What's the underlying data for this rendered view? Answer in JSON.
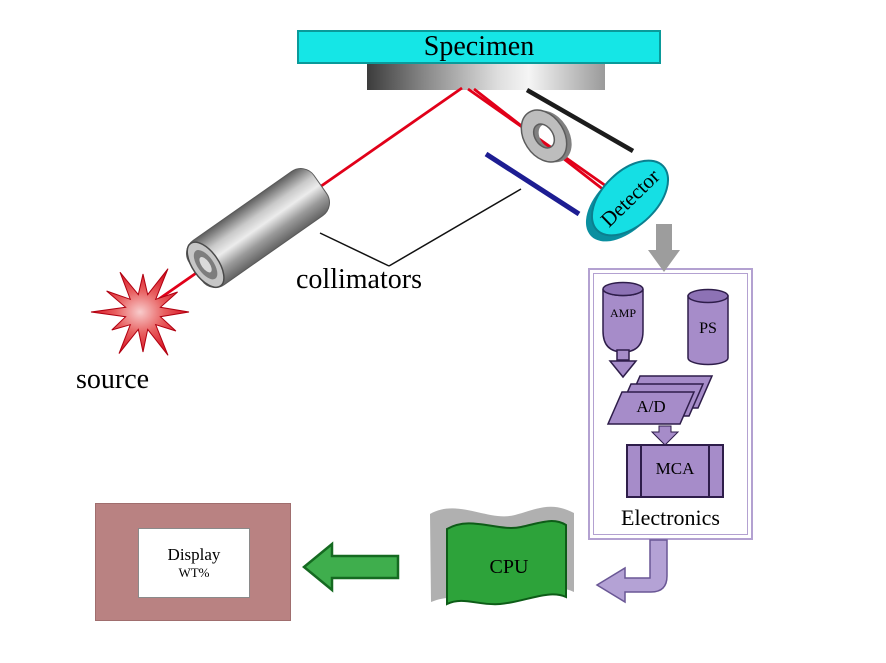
{
  "labels": {
    "specimen": "Specimen",
    "source": "source",
    "collimators": "collimators",
    "detector": "Detector"
  },
  "electronics": {
    "title": "Electronics",
    "amp": "AMP",
    "ps": "PS",
    "ad": "A/D",
    "mca": "MCA"
  },
  "computer": {
    "cpu": "CPU",
    "display": "Display",
    "wt_percent": "WT%"
  },
  "colors": {
    "specimen_cyan": "#15e6e6",
    "detector_cyan": "#15dfe4",
    "beam_red": "#e10019",
    "source_red": "#d40014",
    "electronics_purple": "#a68cc9",
    "electronics_border_lavender": "#b3a1d1",
    "elbow_arrow_purple": "#b4a2d5",
    "cpu_green": "#2da33a",
    "arrow_green": "#3fae4d",
    "display_rose": "#b98282",
    "collimator_blue_line": "#1d1d92",
    "gray_arrow": "#9d9d9d"
  }
}
